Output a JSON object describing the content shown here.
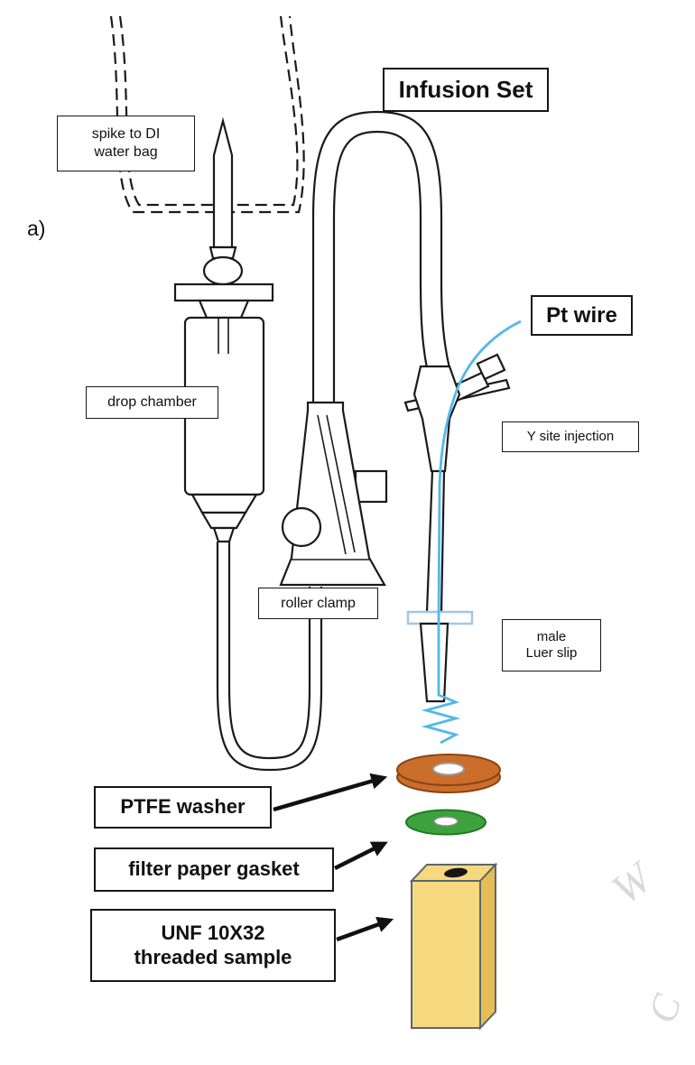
{
  "figure": {
    "panel_label": "a)"
  },
  "labels": {
    "infusion_set": "Infusion Set",
    "spike_to_di": "spike to DI\nwater bag",
    "drop_chamber": "drop chamber",
    "pt_wire": "Pt wire",
    "y_site_injection": "Y site injection",
    "roller_clamp": "roller clamp",
    "male_luer_slip": "male\nLuer slip",
    "ptfe_washer": "PTFE washer",
    "filter_paper_gasket": "filter paper gasket",
    "unf_sample": "UNF 10X32\nthreaded sample"
  },
  "watermark": {
    "glyphs": [
      "W",
      "C"
    ]
  },
  "colors": {
    "line": "#1a1a1a",
    "pt_wire_blue": "#54b8e8",
    "ptfe_washer_orange": "#cb6d2b",
    "filter_gasket_green": "#3da23d",
    "sample_yellow": "#f6d97e",
    "sample_yellow_dark": "#e5bd55",
    "luer_flange_blue": "#9fc8e8"
  }
}
